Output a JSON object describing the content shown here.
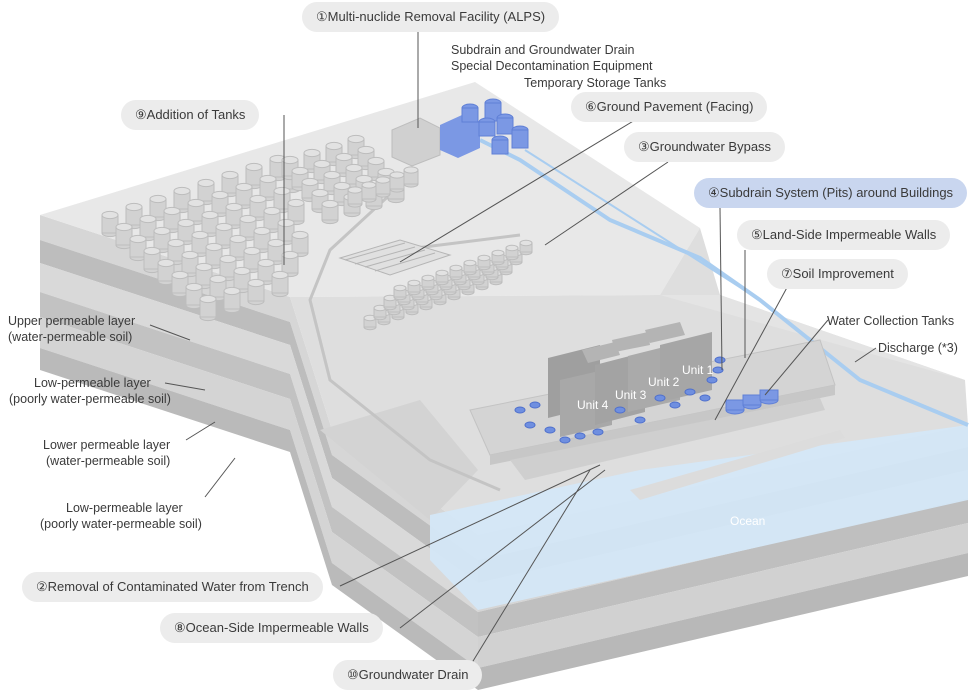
{
  "callouts": {
    "alps": "①Multi-nuclide Removal Facility (ALPS)",
    "subdrain_equipment_1": "Subdrain and Groundwater Drain",
    "subdrain_equipment_2": "Special Decontamination Equipment",
    "temp_tanks": "Temporary Storage Tanks",
    "ground_pavement": "⑥Ground Pavement (Facing)",
    "groundwater_bypass": "③Groundwater Bypass",
    "subdrain_system": "④Subdrain System (Pits) around Buildings",
    "land_side_walls": "⑤Land-Side Impermeable Walls",
    "soil_improvement": "⑦Soil Improvement",
    "water_collection_tanks": "Water Collection Tanks",
    "discharge": "Discharge (*3)",
    "addition_of_tanks": "⑨Addition of Tanks",
    "trench_removal": "②Removal of Contaminated Water from Trench",
    "ocean_side_walls": "⑧Ocean-Side Impermeable Walls",
    "groundwater_drain": "⑩Groundwater Drain"
  },
  "layers": {
    "upper_1": "Upper permeable layer",
    "upper_2": "(water-permeable soil)",
    "low1_1": "Low-permeable layer",
    "low1_2": "(poorly water-permeable soil)",
    "lower_1": "Lower permeable layer",
    "lower_2": "(water-permeable soil)",
    "low2_1": "Low-permeable layer",
    "low2_2": "(poorly water-permeable soil)"
  },
  "units": {
    "u1": "Unit 1",
    "u2": "Unit 2",
    "u3": "Unit 3",
    "u4": "Unit 4"
  },
  "ocean_label": "Ocean",
  "colors": {
    "ground_top": "#e7e7e7",
    "ground_side": "#cfcfcf",
    "layer_dark": "#b9b9b9",
    "ocean": "#d4e7f7",
    "tank_blue": "#6f8fe0",
    "flow_line": "#a9cdf0",
    "pill_bg": "#ececec",
    "pill_highlight": "#c9d6ef"
  }
}
